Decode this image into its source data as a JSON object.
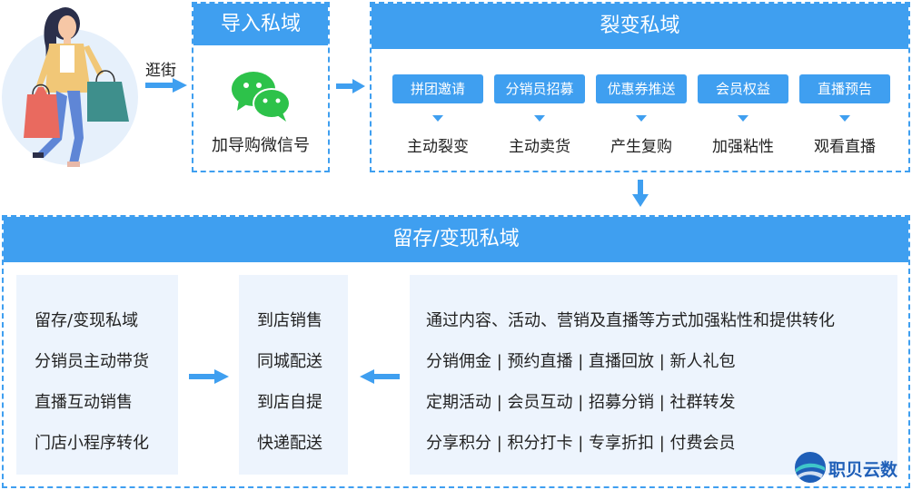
{
  "shopper": {
    "action_label": "逛街"
  },
  "import_section": {
    "title": "导入私域",
    "caption": "加导购微信号"
  },
  "fission_section": {
    "title": "裂变私域",
    "items": [
      {
        "tag": "拼团邀请",
        "result": "主动裂变"
      },
      {
        "tag": "分销员招募",
        "result": "主动卖货"
      },
      {
        "tag": "优惠券推送",
        "result": "产生复购"
      },
      {
        "tag": "会员权益",
        "result": "加强粘性"
      },
      {
        "tag": "直播预告",
        "result": "观看直播"
      }
    ]
  },
  "retention_section": {
    "title": "留存/变现私域",
    "left_panel": [
      "留存/变现私域",
      "分销员主动带货",
      "直播互动销售",
      "门店小程序转化"
    ],
    "middle_panel": [
      "到店销售",
      "同城配送",
      "到店自提",
      "快递配送"
    ],
    "right_panel": [
      "通过内容、活动、营销及直播等方式加强粘性和提供转化",
      "分销佣金 | 预约直播 | 直播回放 | 新人礼包",
      "定期活动 | 会员互动 | 招募分销 | 社群转发",
      "分享积分 | 积分打卡 | 专享折扣 | 付费会员"
    ]
  },
  "brand": {
    "name": "职贝云数"
  },
  "colors": {
    "accent": "#3f9ff0",
    "panel_bg": "#edf4fd",
    "wechat_green": "#2dc24a"
  }
}
